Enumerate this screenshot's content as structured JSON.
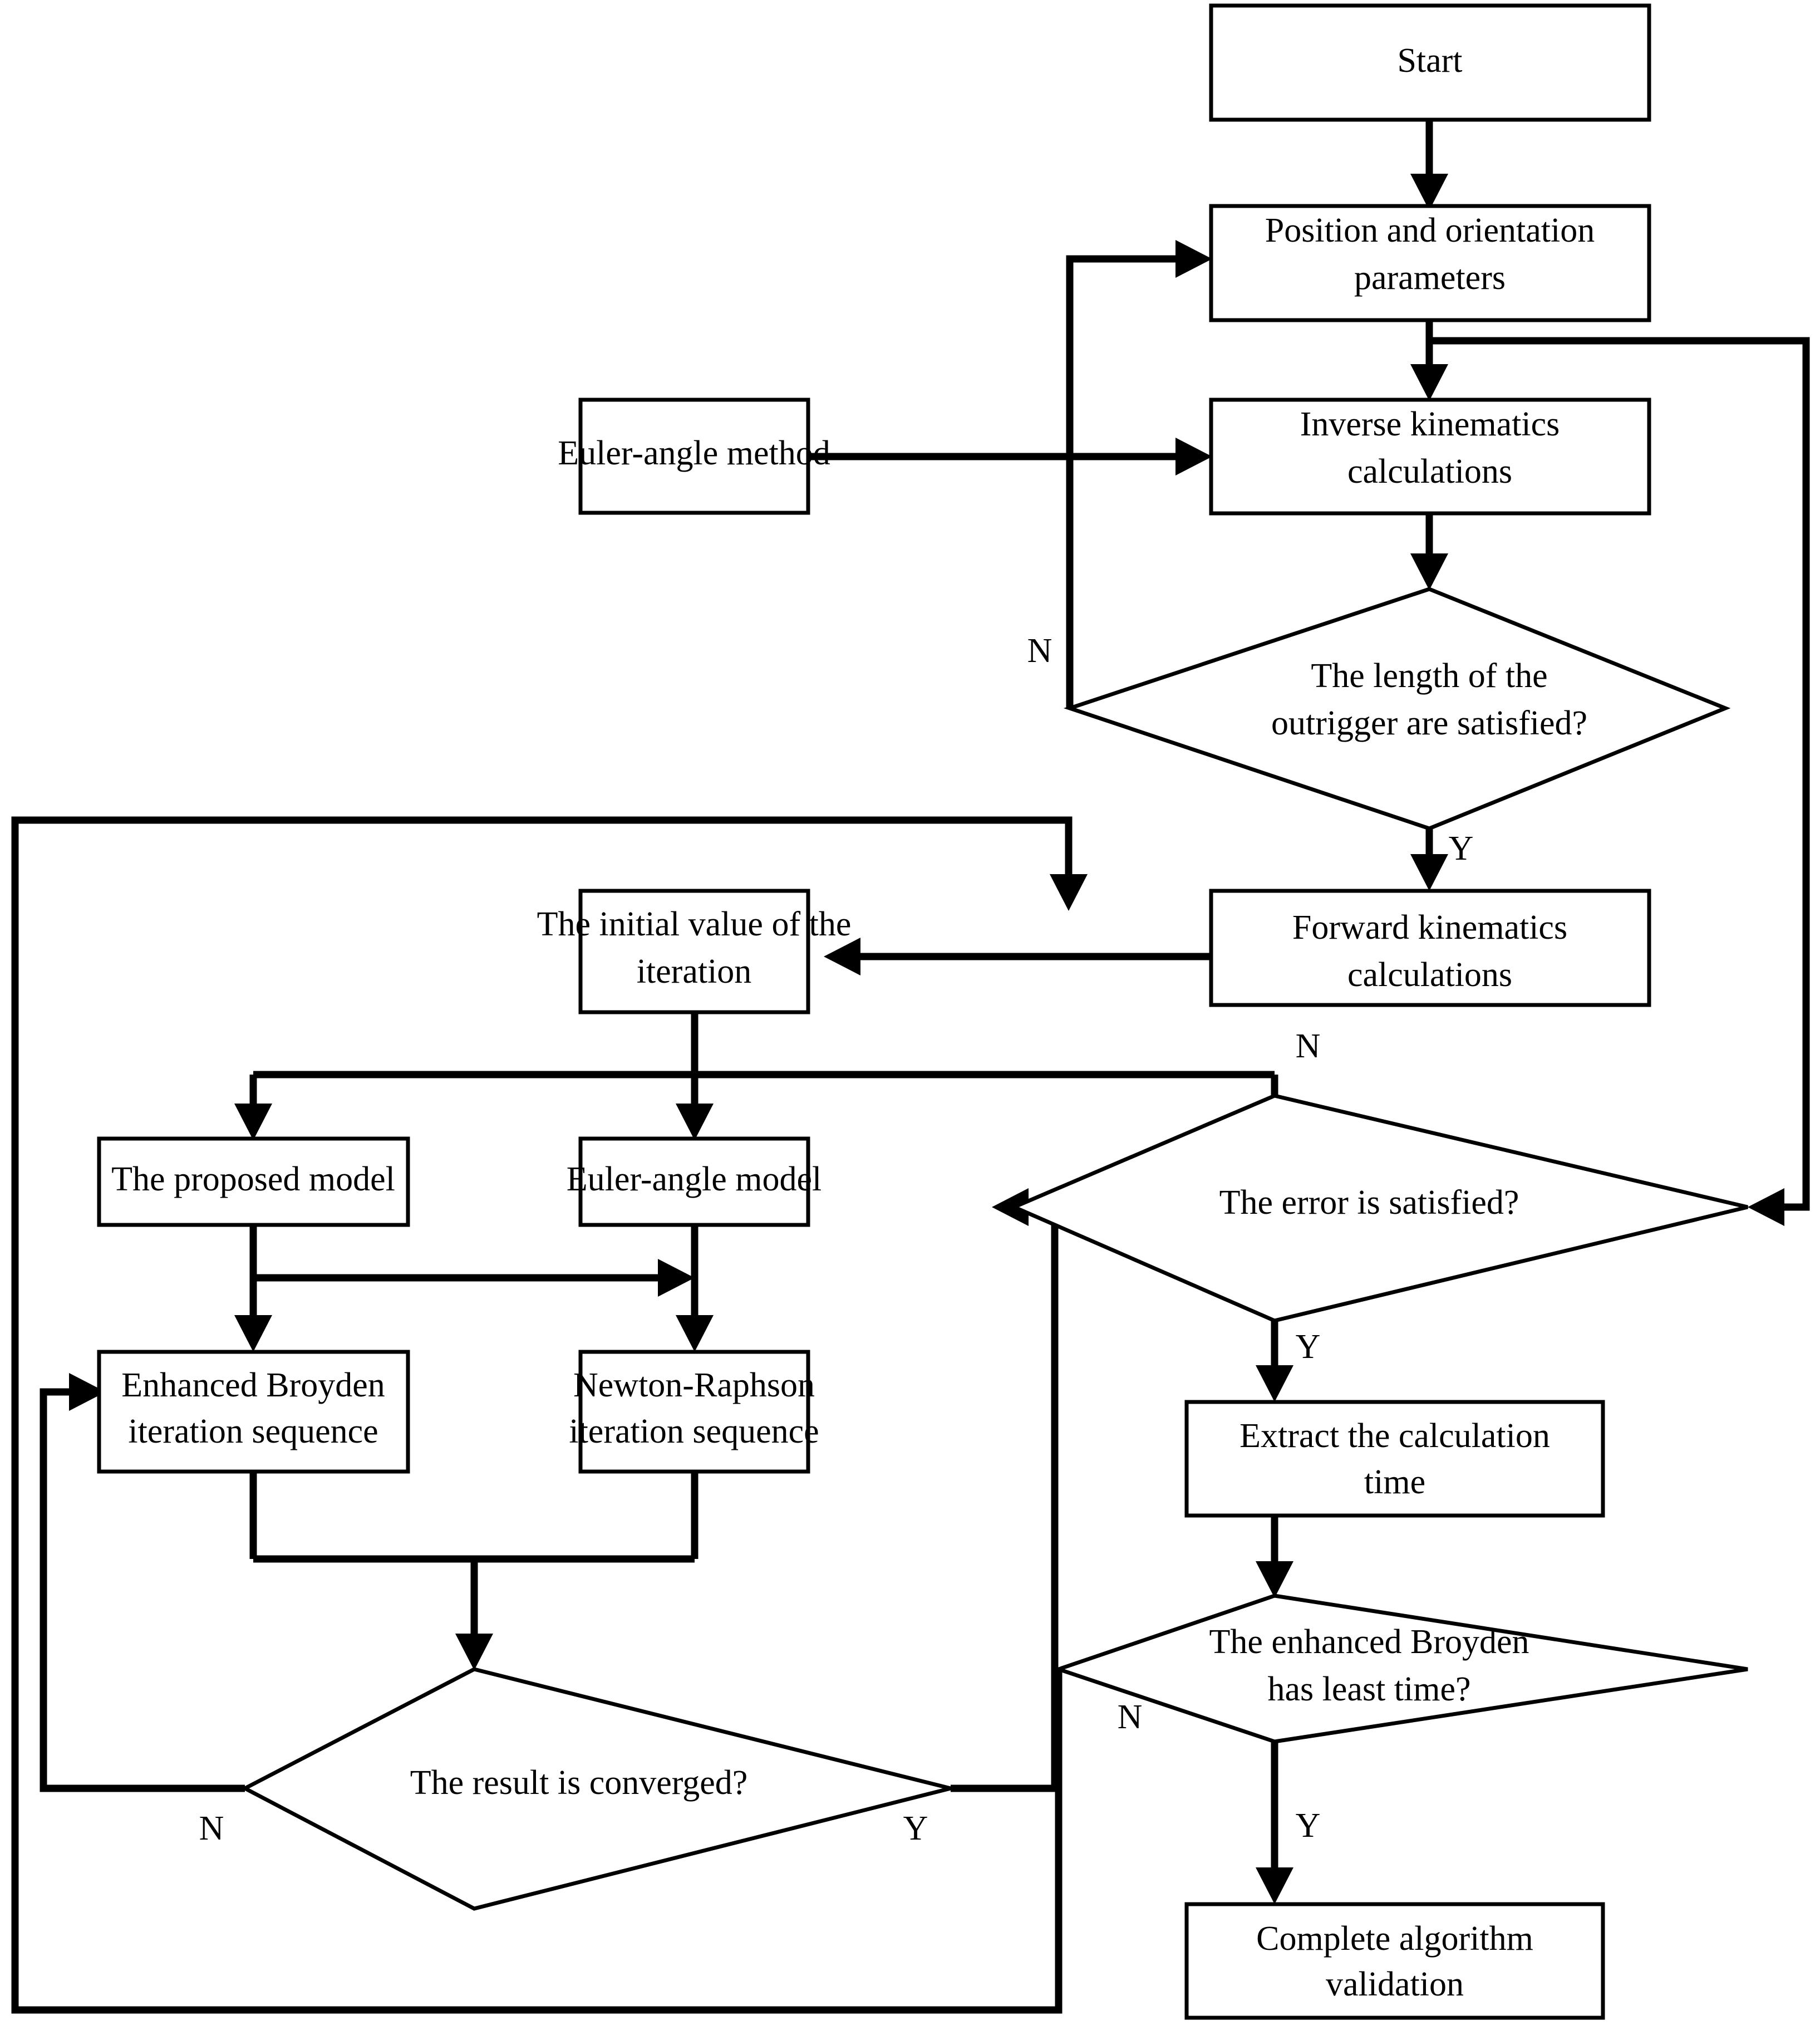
{
  "diagram": {
    "title": "Algorithm validation flowchart",
    "colors": {
      "background": "#ffffff",
      "stroke": "#000000",
      "fill": "#ffffff"
    },
    "nodes": [
      {
        "id": "start",
        "shape": "box",
        "label": "Start"
      },
      {
        "id": "posorient",
        "shape": "box",
        "label_line1": "Position and orientation",
        "label_line2": "parameters"
      },
      {
        "id": "euler",
        "shape": "box",
        "label": "Euler-angle method"
      },
      {
        "id": "invkin",
        "shape": "box",
        "label_line1": "Inverse kinematics",
        "label_line2": "calculations"
      },
      {
        "id": "outrigger",
        "shape": "diamond",
        "label_line1": "The length of the",
        "label_line2": "outrigger are satisfied?"
      },
      {
        "id": "fwdkin",
        "shape": "box",
        "label_line1": "Forward kinematics",
        "label_line2": "calculations"
      },
      {
        "id": "initval",
        "shape": "box",
        "label_line1": "The initial value of the",
        "label_line2": "iteration"
      },
      {
        "id": "proposed",
        "shape": "box",
        "label": "The proposed model"
      },
      {
        "id": "eulermodel",
        "shape": "box",
        "label": "Euler-angle model"
      },
      {
        "id": "broyden",
        "shape": "box",
        "label_line1": "Enhanced Broyden",
        "label_line2": "iteration sequence"
      },
      {
        "id": "newton",
        "shape": "box",
        "label_line1": "Newton-Raphson",
        "label_line2": "iteration sequence"
      },
      {
        "id": "converged",
        "shape": "diamond",
        "label": "The result is converged?"
      },
      {
        "id": "error",
        "shape": "diamond",
        "label": "The error is satisfied?"
      },
      {
        "id": "extract",
        "shape": "box",
        "label_line1": "Extract the calculation",
        "label_line2": "time"
      },
      {
        "id": "leasttime",
        "shape": "diamond",
        "label_line1": "The enhanced Broyden",
        "label_line2": "has least time?"
      },
      {
        "id": "complete",
        "shape": "box",
        "label_line1": "Complete algorithm",
        "label_line2": "validation"
      }
    ],
    "edge_labels": {
      "outrigger_no": "N",
      "outrigger_yes": "Y",
      "error_no": "N",
      "error_yes": "Y",
      "converged_no": "N",
      "converged_yes": "Y",
      "leasttime_no": "N",
      "leasttime_yes": "Y"
    },
    "edges": [
      {
        "from": "start",
        "to": "posorient",
        "label": ""
      },
      {
        "from": "posorient",
        "to": "invkin",
        "label": ""
      },
      {
        "from": "euler",
        "to": "invkin",
        "label": ""
      },
      {
        "from": "invkin",
        "to": "outrigger",
        "label": ""
      },
      {
        "from": "outrigger",
        "to": "posorient",
        "label": "N"
      },
      {
        "from": "outrigger",
        "to": "fwdkin",
        "label": "Y"
      },
      {
        "from": "fwdkin",
        "to": "initval",
        "label": ""
      },
      {
        "from": "initval",
        "to": "proposed",
        "label": ""
      },
      {
        "from": "initval",
        "to": "eulermodel",
        "label": ""
      },
      {
        "from": "initval",
        "to": "error",
        "label": ""
      },
      {
        "from": "proposed",
        "to": "broyden",
        "label": ""
      },
      {
        "from": "proposed",
        "to": "newton",
        "label": ""
      },
      {
        "from": "eulermodel",
        "to": "newton",
        "label": ""
      },
      {
        "from": "broyden",
        "to": "converged",
        "label": ""
      },
      {
        "from": "newton",
        "to": "converged",
        "label": ""
      },
      {
        "from": "converged",
        "to": "broyden",
        "label": "N"
      },
      {
        "from": "converged",
        "to": "error",
        "label": "Y"
      },
      {
        "from": "error",
        "to": "initval",
        "label": "N"
      },
      {
        "from": "error",
        "to": "extract",
        "label": "Y"
      },
      {
        "from": "extract",
        "to": "leasttime",
        "label": ""
      },
      {
        "from": "leasttime",
        "to": "initval",
        "label": "N"
      },
      {
        "from": "leasttime",
        "to": "complete",
        "label": "Y"
      }
    ]
  }
}
